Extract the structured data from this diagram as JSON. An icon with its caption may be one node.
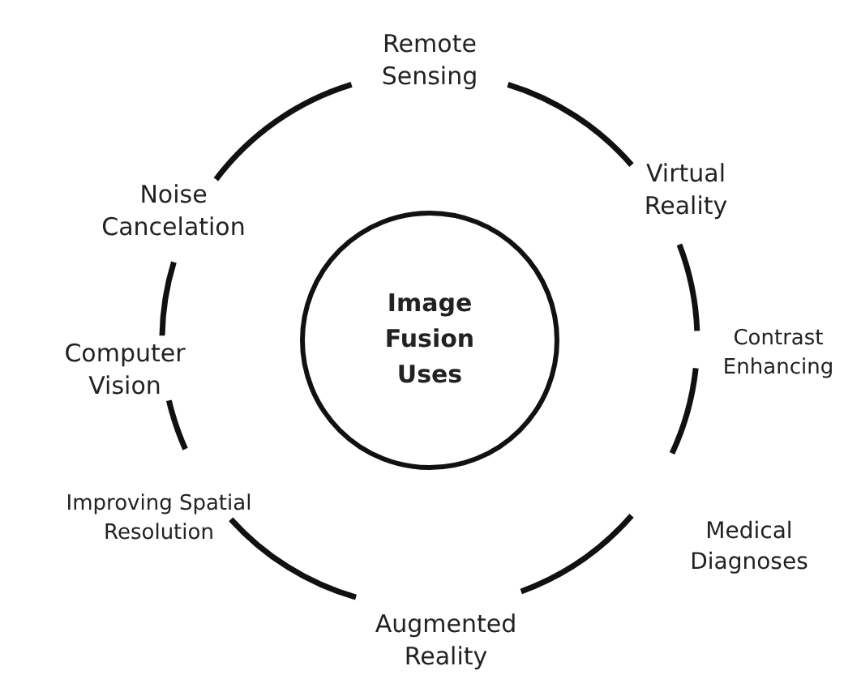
{
  "diagram": {
    "nodes": [
      {
        "text": [
          "Image Fusion Uses"
        ]
      }
    ],
    "labels": [
      "Remote Sensing",
      "Noise Cancelation",
      "Virtual Reality",
      "Computer Vision",
      "Contrast Enhancing",
      "Improving Spatial Resolution",
      "Medical Diagnoses",
      "Augmented Reality"
    ]
  }
}
